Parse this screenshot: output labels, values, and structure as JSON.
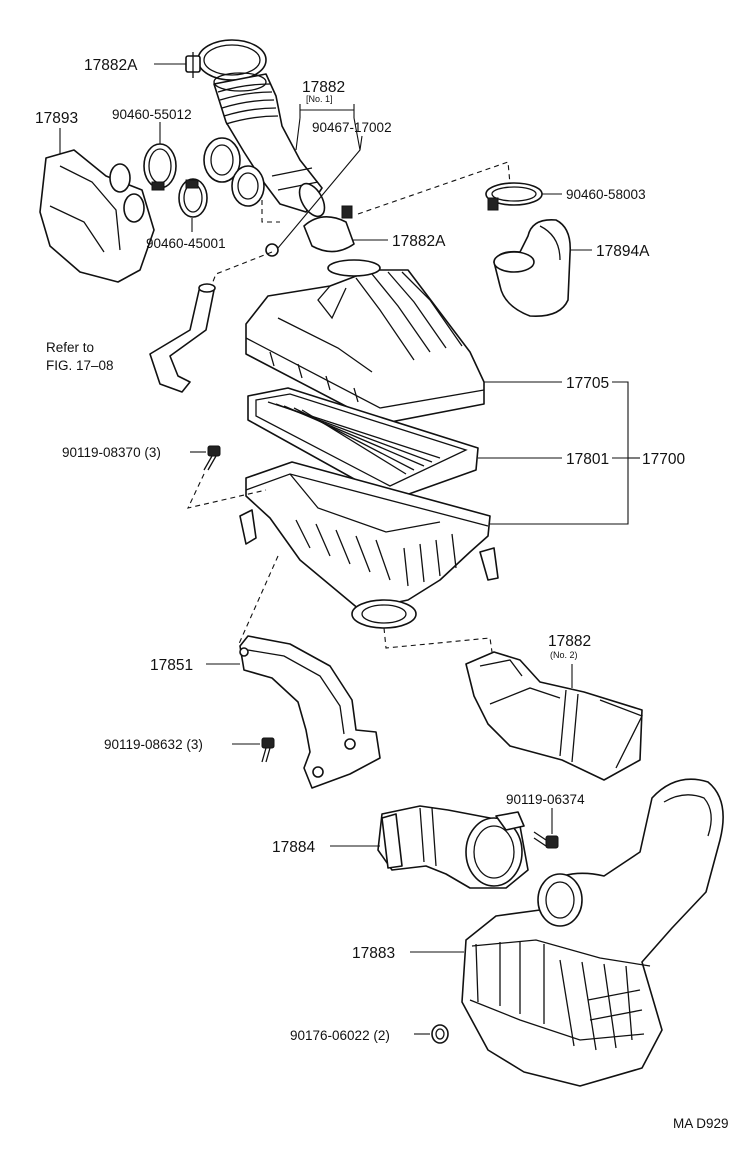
{
  "labels": {
    "p17882A_top": "17882A",
    "p17882_no1": "17882",
    "p17882_no1_sub": "[No. 1]",
    "p90460_55012": "90460-55012",
    "p90467_17002": "90467-17002",
    "p17893": "17893",
    "p90460_45001": "90460-45001",
    "p17882A_mid": "17882A",
    "p90460_58003": "90460-58003",
    "p17894A": "17894A",
    "refer_line1": "Refer to",
    "refer_line2": "FIG. 17–08",
    "p17705": "17705",
    "p90119_08370": "90119-08370 (3)",
    "p17801": "17801",
    "p17700": "17700",
    "p17882_no2": "17882",
    "p17882_no2_sub": "(No. 2)",
    "p17851": "17851",
    "p90119_08632": "90119-08632 (3)",
    "p90119_06374": "90119-06374",
    "p17884": "17884",
    "p17883": "17883",
    "p90176_06022": "90176-06022 (2)",
    "diagram_code": "MA D929"
  }
}
